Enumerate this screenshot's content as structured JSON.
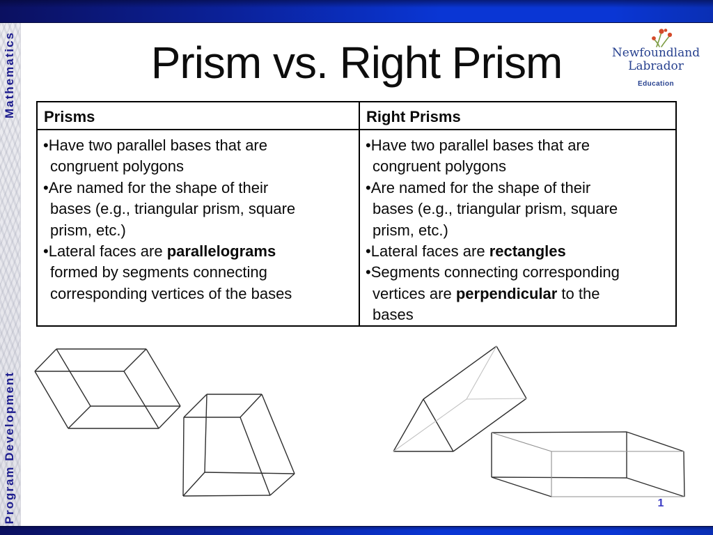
{
  "slide": {
    "title": "Prism vs. Right Prism",
    "page_number": "1"
  },
  "sidebar": {
    "top_label": "Mathematics",
    "bottom_label": "Program Development",
    "text_color": "#1c1c8e"
  },
  "logo": {
    "name_line1": "Newfoundland",
    "name_line2": "Labrador",
    "caption": "Education",
    "text_color": "#27418f",
    "petal_color": "#d44a2a",
    "stem_color": "#7d9c42"
  },
  "theme": {
    "bar_gradient_left": "#0b1060",
    "bar_gradient_mid": "#0a36d4",
    "bar_gradient_right": "#0a2fb4",
    "page_number_color": "#3b3bc4"
  },
  "comparison_table": {
    "columns": [
      {
        "header": "Prisms",
        "bullets": [
          [
            {
              "text": "Have two parallel bases that are\ncongruent polygons",
              "bold": false
            }
          ],
          [
            {
              "text": "Are named for the shape of their\nbases (e.g., triangular prism, square\nprism, etc.)",
              "bold": false
            }
          ],
          [
            {
              "text": "Lateral faces are ",
              "bold": false
            },
            {
              "text": "parallelograms",
              "bold": true
            },
            {
              "text": "\nformed by segments connecting\ncorresponding vertices of the bases",
              "bold": false
            }
          ]
        ]
      },
      {
        "header": "Right Prisms",
        "bullets": [
          [
            {
              "text": "Have two parallel bases that are\ncongruent polygons",
              "bold": false
            }
          ],
          [
            {
              "text": "Are named for the shape of their\nbases (e.g., triangular prism, square\nprism, etc.)",
              "bold": false
            }
          ],
          [
            {
              "text": "Lateral faces are ",
              "bold": false
            },
            {
              "text": "rectangles",
              "bold": true
            }
          ],
          [
            {
              "text": "Segments connecting corresponding\nvertices are ",
              "bold": false
            },
            {
              "text": "perpendicular",
              "bold": true
            },
            {
              "text": " to the\nbases",
              "bold": false
            }
          ]
        ]
      }
    ]
  },
  "figures": [
    {
      "name": "oblique-parallelepiped-prism",
      "stroke": "#2e2e2e",
      "stroke_width": 1.4,
      "lines": [
        [
          81,
          501,
          210,
          501
        ],
        [
          210,
          501,
          178,
          533
        ],
        [
          178,
          533,
          50,
          533
        ],
        [
          50,
          533,
          81,
          501
        ],
        [
          130,
          583,
          259,
          583
        ],
        [
          259,
          583,
          228,
          615
        ],
        [
          228,
          615,
          98,
          615
        ],
        [
          98,
          615,
          130,
          583
        ],
        [
          81,
          501,
          130,
          583
        ],
        [
          210,
          501,
          259,
          583
        ],
        [
          50,
          533,
          98,
          615
        ],
        [
          178,
          533,
          228,
          615
        ]
      ]
    },
    {
      "name": "oblique-square-prism",
      "stroke": "#2e2e2e",
      "stroke_width": 1.4,
      "lines": [
        [
          297,
          566,
          376,
          566
        ],
        [
          376,
          566,
          345,
          599
        ],
        [
          345,
          599,
          264,
          599
        ],
        [
          264,
          599,
          297,
          566
        ],
        [
          294,
          678,
          423,
          680
        ],
        [
          423,
          680,
          388,
          711
        ],
        [
          388,
          711,
          263,
          712
        ],
        [
          263,
          712,
          294,
          678
        ],
        [
          297,
          566,
          294,
          678
        ],
        [
          376,
          566,
          423,
          680
        ],
        [
          264,
          599,
          263,
          712
        ],
        [
          345,
          599,
          388,
          711
        ]
      ]
    },
    {
      "name": "right-triangular-prism-visible-edges",
      "stroke": "#2e2e2e",
      "stroke_width": 1.4,
      "lines": [
        [
          608,
          573,
          565,
          648
        ],
        [
          565,
          648,
          651,
          648
        ],
        [
          651,
          648,
          608,
          573
        ],
        [
          608,
          573,
          713,
          497
        ],
        [
          651,
          648,
          756,
          572
        ],
        [
          713,
          497,
          756,
          572
        ]
      ]
    },
    {
      "name": "right-triangular-prism-hidden-edges",
      "stroke": "#c2c2c2",
      "stroke_width": 1.1,
      "lines": [
        [
          713,
          497,
          670,
          573
        ],
        [
          670,
          573,
          756,
          572
        ],
        [
          565,
          648,
          670,
          573
        ]
      ]
    },
    {
      "name": "right-rectangular-prism-visible-edges",
      "stroke": "#2e2e2e",
      "stroke_width": 1.4,
      "lines": [
        [
          706,
          621,
          900,
          620
        ],
        [
          900,
          620,
          900,
          686
        ],
        [
          900,
          686,
          706,
          685
        ],
        [
          706,
          685,
          706,
          621
        ],
        [
          900,
          620,
          982,
          648
        ],
        [
          982,
          648,
          983,
          713
        ],
        [
          900,
          686,
          983,
          713
        ],
        [
          706,
          685,
          792,
          713
        ]
      ]
    },
    {
      "name": "right-rectangular-prism-hidden-edges",
      "stroke": "#8f8f8f",
      "stroke_width": 1.1,
      "lines": [
        [
          706,
          621,
          792,
          648
        ],
        [
          792,
          648,
          982,
          648
        ],
        [
          792,
          648,
          792,
          713
        ],
        [
          792,
          713,
          983,
          713
        ]
      ]
    }
  ]
}
